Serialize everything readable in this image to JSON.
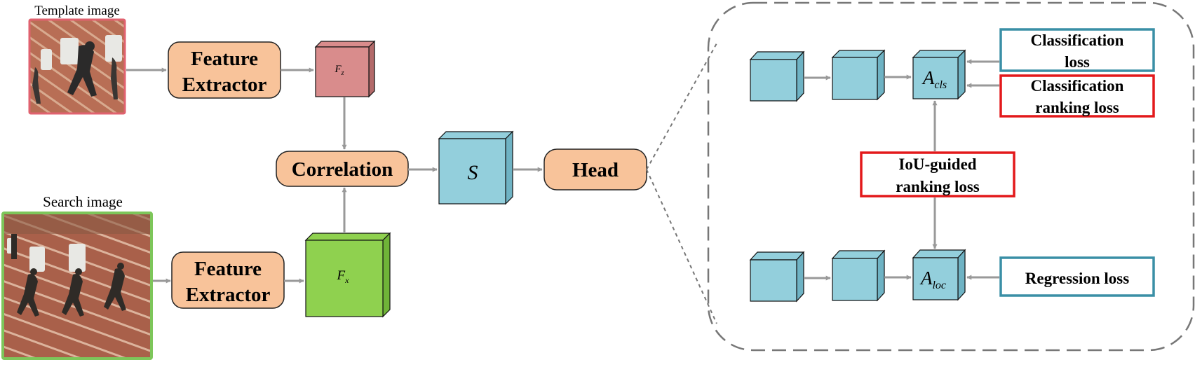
{
  "template": {
    "caption": "Template image"
  },
  "search": {
    "caption": "Search image"
  },
  "nodes": {
    "feature_extractor_top": {
      "line1": "Feature",
      "line2": "Extractor"
    },
    "feature_extractor_bottom": {
      "line1": "Feature",
      "line2": "Extractor"
    },
    "correlation": {
      "label": "Correlation"
    },
    "head": {
      "label": "Head"
    },
    "fz": {
      "main": "F",
      "sub": "z"
    },
    "fx": {
      "main": "F",
      "sub": "x"
    },
    "s": {
      "label": "S"
    },
    "acls": {
      "main": "A",
      "sub": "cls"
    },
    "aloc": {
      "main": "A",
      "sub": "loc"
    }
  },
  "losses": {
    "classification": {
      "line1": "Classification",
      "line2": "loss"
    },
    "classification_ranking": {
      "line1": "Classification",
      "line2": "ranking loss"
    },
    "iou_guided": {
      "line1": "IoU-guided",
      "line2": "ranking loss"
    },
    "regression": {
      "line1": "Regression loss"
    }
  },
  "colors": {
    "orange_box": "#f8c39a",
    "pink_cube": "#d98c8c",
    "green_cube": "#8fd14f",
    "blue_cube": "#93cfdc",
    "teal_border": "#3a8fa6",
    "red_border": "#e3191b",
    "template_border": "#e0626f",
    "search_border": "#7dc65a",
    "arrow": "#999999"
  }
}
